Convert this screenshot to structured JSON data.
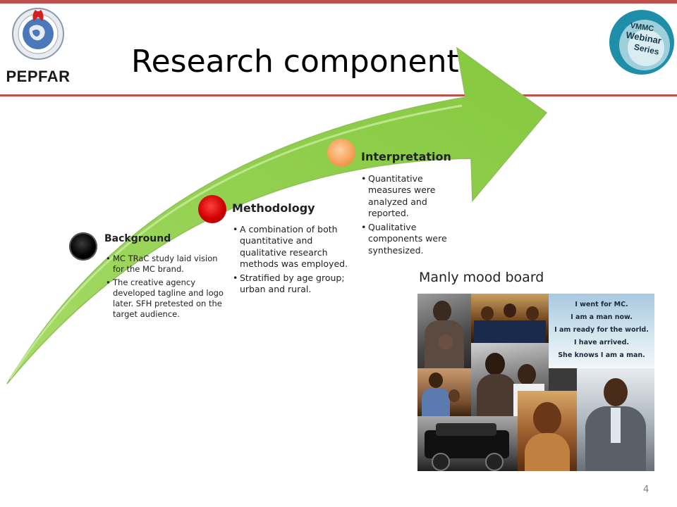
{
  "header": {
    "title": "Research component",
    "left_logo_text": "PEPFAR",
    "right_logo_lines": [
      "VMMC",
      "Webinar",
      "Series"
    ]
  },
  "steps": [
    {
      "heading": "Background",
      "color": "#000000",
      "bullets": [
        "MC TRaC study laid vision for the MC brand.",
        "The creative agency developed tagline and logo later. SFH pretested on the target audience."
      ]
    },
    {
      "heading": "Methodology",
      "color": "#e00000",
      "bullets": [
        "A combination of both quantitative and qualitative research methods was employed.",
        "Stratified by age group; urban and rural."
      ]
    },
    {
      "heading": "Interpretation",
      "color": "#f6a25a",
      "bullets": [
        "Quantitative measures were analyzed and reported.",
        "Qualitative components were synthesized."
      ]
    }
  ],
  "mood_board": {
    "title": "Manly mood board",
    "lines": [
      "I went for MC.",
      "I am a man now.",
      "I am ready for the world.",
      "I have arrived.",
      "She knows I am a man."
    ]
  },
  "colors": {
    "accent_rule": "#c0504d",
    "arrow_fill": "#92d050",
    "arrow_light": "#c4e89a"
  },
  "footer": {
    "slide_number": "4"
  }
}
